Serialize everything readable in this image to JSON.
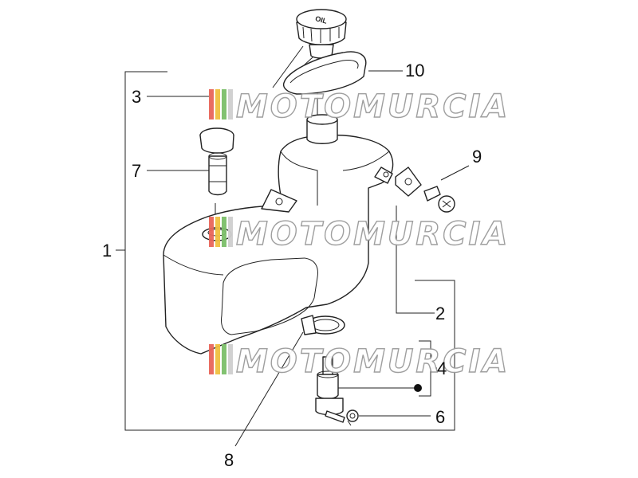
{
  "callouts": {
    "c1": "1",
    "c2": "2",
    "c3": "3",
    "c4": "4",
    "c6": "6",
    "c7": "7",
    "c8": "8",
    "c9": "9",
    "c10": "10"
  },
  "cap_text": "OIL",
  "watermark": {
    "text": "MOTOMURCIA",
    "stripe_colors": [
      "#e8665a",
      "#f0c040",
      "#7cbf6a",
      "#cfcfcf"
    ],
    "text_fill": "#ffffff",
    "text_stroke": "#9a9a9a"
  }
}
